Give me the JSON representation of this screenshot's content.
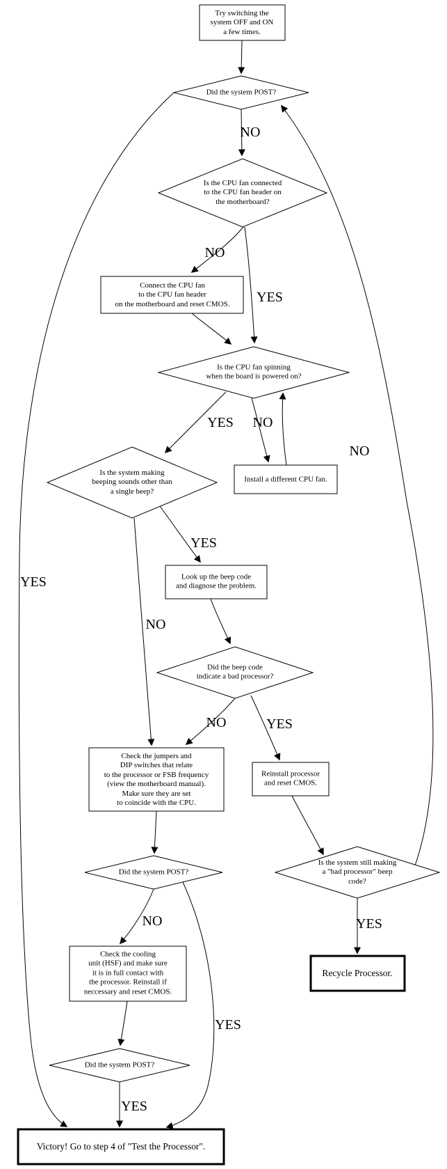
{
  "diagram": {
    "title": "Processor troubleshooting flowchart",
    "colors": {
      "background": "#ffffff",
      "line": "#000000",
      "text": "#000000"
    },
    "nodes": {
      "try_switching": {
        "type": "process",
        "text": "Try switching the\nsystem OFF and ON\na few times."
      },
      "post1": {
        "type": "decision",
        "text": "Did the system POST?"
      },
      "fan_connected": {
        "type": "decision",
        "text": "Is the CPU fan connected\nto the CPU fan header on\nthe motherboard?"
      },
      "connect_fan": {
        "type": "process",
        "text": "Connect the CPU fan\nto the CPU fan header\non the motherboard and reset CMOS."
      },
      "fan_spinning": {
        "type": "decision",
        "text": "Is the CPU fan spinning\nwhen the board is powered on?"
      },
      "install_fan": {
        "type": "process",
        "text": "Install a different CPU fan."
      },
      "beeping": {
        "type": "decision",
        "text": "Is the system making\nbeeping sounds other than\na single beep?"
      },
      "lookup_beep": {
        "type": "process",
        "text": "Look up the beep code\nand diagnose the problem."
      },
      "beep_bad_cpu": {
        "type": "decision",
        "text": "Did the beep code\nindicate a bad processor?"
      },
      "check_jumpers": {
        "type": "process",
        "text": "Check the jumpers and\nDIP switches that relate\nto the processor or FSB frequency\n(view the motherboard manual).\nMake sure they are set\nto coincide with the CPU."
      },
      "reinstall_cpu": {
        "type": "process",
        "text": "Reinstall processor\nand reset CMOS."
      },
      "post2": {
        "type": "decision",
        "text": "Did the system POST?"
      },
      "check_cooling": {
        "type": "process",
        "text": "Check the cooling\nunit (HSF) and make sure\nit is in full contact with\nthe processor. Reinstall if\nneccessary and reset CMOS."
      },
      "post3": {
        "type": "decision",
        "text": "Did the system POST?"
      },
      "victory": {
        "type": "terminal",
        "text": "Victory! Go to step 4 of \"Test the Processor\"."
      },
      "still_bad_beep": {
        "type": "decision",
        "text": "Is the system still making\na \"bad processor\" beep code?"
      },
      "recycle": {
        "type": "terminal",
        "text": "Recycle Processor."
      }
    },
    "edge_labels": {
      "post1_no": "NO",
      "post1_yes": "YES",
      "fan_connected_no": "NO",
      "fan_connected_yes": "YES",
      "fan_spinning_yes": "YES",
      "fan_spinning_no": "NO",
      "beeping_yes": "YES",
      "beeping_no": "NO",
      "beep_bad_no": "NO",
      "beep_bad_yes": "YES",
      "post2_no": "NO",
      "post2_yes": "YES",
      "post3_yes": "YES",
      "still_bad_yes": "YES",
      "still_bad_no": "NO"
    }
  }
}
